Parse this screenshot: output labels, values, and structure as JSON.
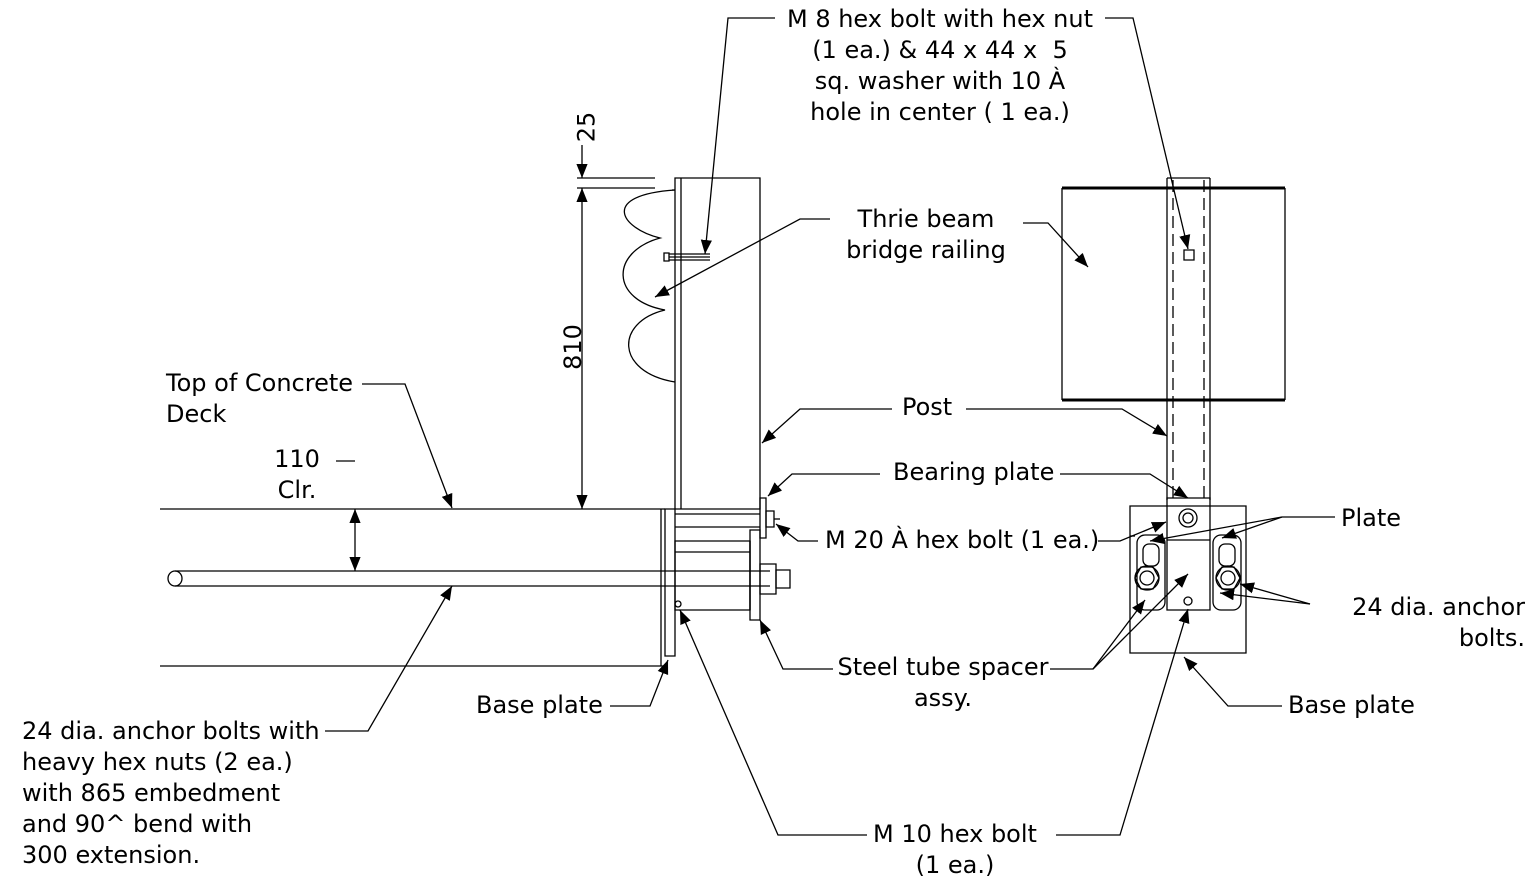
{
  "labels": {
    "m8_bolt": "M 8 hex bolt with hex nut\n(1 ea.) & 44 x 44 x  5\nsq. washer with 10 À\nhole in center ( 1 ea.)",
    "thrie_beam": "Thrie beam\nbridge railing",
    "top_concrete": "Top of Concrete\nDeck",
    "clearance": "110\nClr.",
    "post": "Post",
    "bearing_plate": "Bearing plate",
    "m20_bolt": "M 20 À hex bolt (1 ea.)",
    "plate": "Plate",
    "anchor_bolts_right": "24 dia. anchor\nbolts.",
    "steel_tube": "Steel tube spacer\nassy.",
    "base_plate_left": "Base plate",
    "base_plate_right": "Base plate",
    "anchor_bolts_left": "24 dia. anchor bolts with\nheavy hex nuts (2 ea.)\nwith 865 embedment\nand 90^ bend with\n300 extension.",
    "m10_bolt": "M 10 hex bolt\n(1 ea.)"
  },
  "dimensions": {
    "dim_25": "25",
    "dim_810": "810"
  },
  "colors": {
    "line": "#000000",
    "background": "#ffffff"
  }
}
